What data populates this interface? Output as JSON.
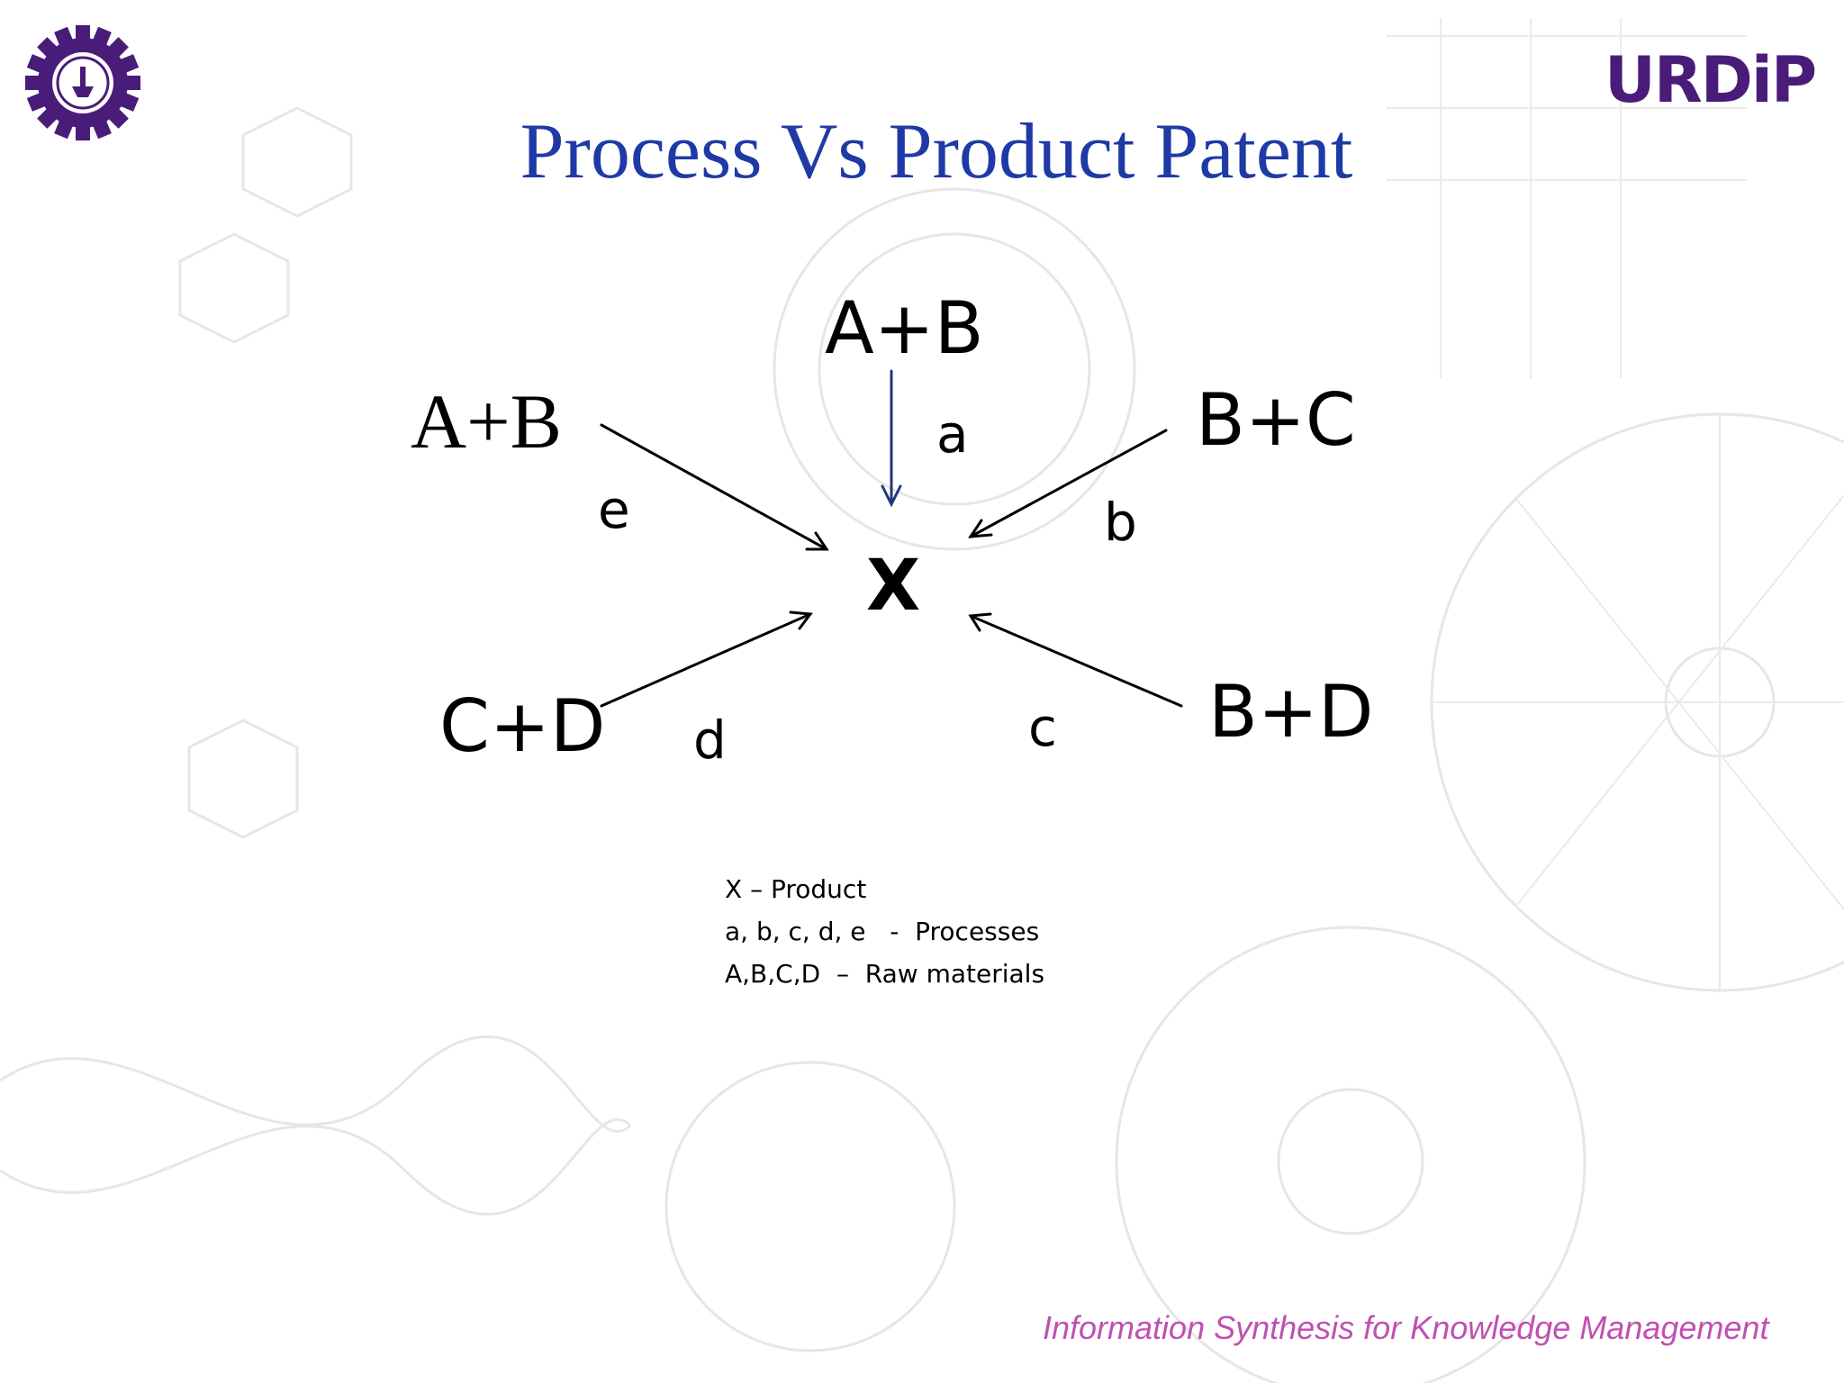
{
  "slide": {
    "title": "Process Vs Product Patent",
    "logo_text": "URDiP",
    "footer": "Information Synthesis for Knowledge Management"
  },
  "diagram": {
    "product": "X",
    "inputs": {
      "top": "A+B",
      "top_left": "A+B",
      "top_right": "B+C",
      "bottom_left": "C+D",
      "bottom_right": "B+D"
    },
    "processes": {
      "a": "a",
      "b": "b",
      "c": "c",
      "d": "d",
      "e": "e"
    }
  },
  "legend": {
    "line1": "X – Product",
    "line2": "a, b, c, d, e   -  Processes",
    "line3": "A,B,C,D  –  Raw materials"
  },
  "colors": {
    "title": "#1f3aa6",
    "logo": "#4a1c7a",
    "footer": "#c050b0",
    "arrow_top": "#1f3a7a"
  }
}
